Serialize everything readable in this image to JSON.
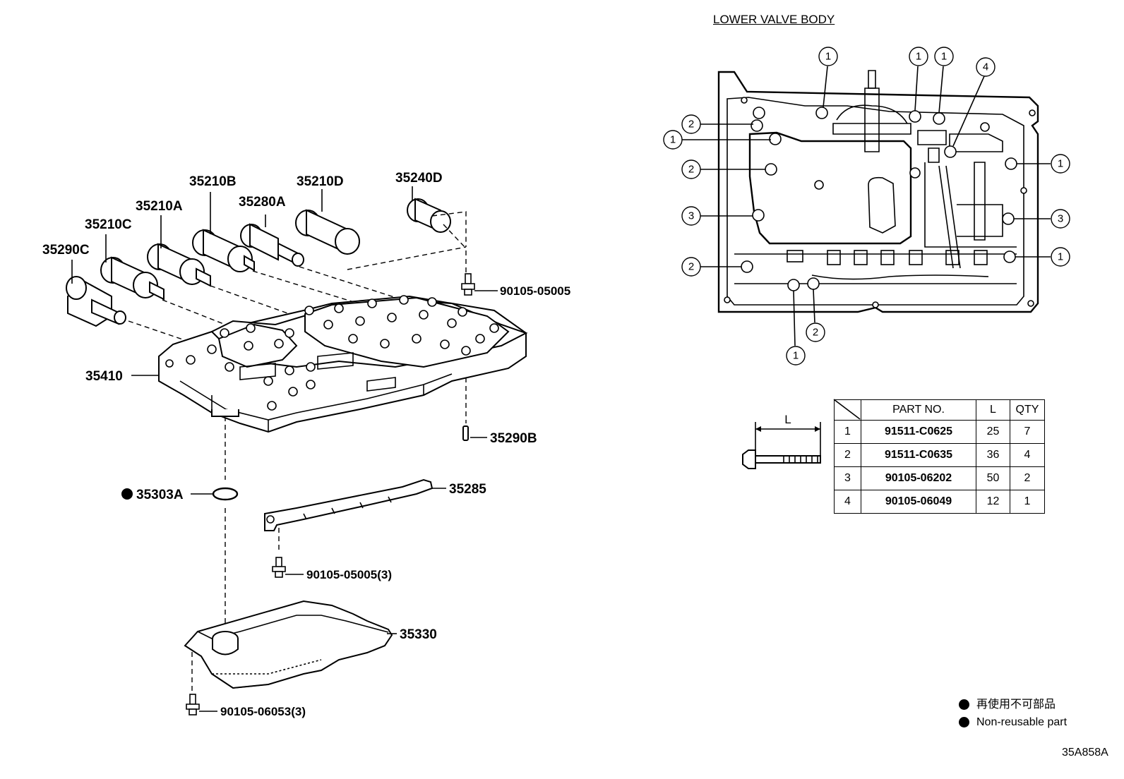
{
  "lower_valve_body_title": "LOWER VALVE BODY",
  "part_labels": {
    "p35290C": "35290C",
    "p35210C": "35210C",
    "p35210A": "35210A",
    "p35210B": "35210B",
    "p35280A": "35280A",
    "p35210D": "35210D",
    "p35240D": "35240D",
    "p90105_05005": "90105-05005",
    "p35410": "35410",
    "p35290B": "35290B",
    "p35303A": "35303A",
    "p35285": "35285",
    "p90105_05005_3": "90105-05005(3)",
    "p35330": "35330",
    "p90105_06053_3": "90105-06053(3)"
  },
  "callouts": [
    "1",
    "2",
    "3",
    "4"
  ],
  "bolt_dimension_label": "L",
  "table": {
    "headers": [
      "PART NO.",
      "L",
      "QTY"
    ],
    "rows": [
      {
        "no": "1",
        "part": "91511-C0625",
        "l": "25",
        "qty": "7"
      },
      {
        "no": "2",
        "part": "91511-C0635",
        "l": "36",
        "qty": "4"
      },
      {
        "no": "3",
        "part": "90105-06202",
        "l": "50",
        "qty": "2"
      },
      {
        "no": "4",
        "part": "90105-06049",
        "l": "12",
        "qty": "1"
      }
    ]
  },
  "legend": {
    "line1": "再使用不可部品",
    "line2": "Non-reusable part"
  },
  "reference_code": "35A858A"
}
